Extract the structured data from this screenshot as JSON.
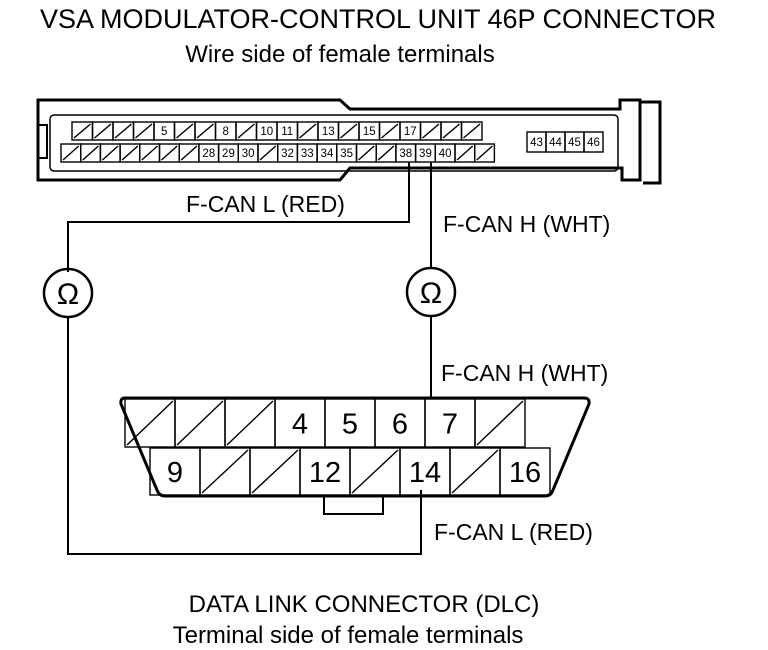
{
  "header": {
    "title": "VSA MODULATOR-CONTROL UNIT 46P CONNECTOR",
    "subtitle": "Wire side of female terminals"
  },
  "vsa_connector": {
    "top_row": [
      "",
      "",
      "",
      "",
      "5",
      "",
      "",
      "8",
      "",
      "10",
      "11",
      "",
      "13",
      "",
      "15",
      "",
      "17",
      "",
      "",
      ""
    ],
    "bottom_row": [
      "",
      "",
      "",
      "",
      "",
      "",
      "",
      "28",
      "29",
      "30",
      "",
      "32",
      "33",
      "34",
      "35",
      "",
      "",
      "38",
      "39",
      "40",
      "",
      ""
    ],
    "right_block": [
      "43",
      "44",
      "45",
      "46"
    ]
  },
  "wires": {
    "fcan_l_vsa": "F-CAN L (RED)",
    "fcan_h_vsa": "F-CAN H (WHT)",
    "fcan_h_dlc": "F-CAN H (WHT)",
    "fcan_l_dlc": "F-CAN L (RED)"
  },
  "meters": {
    "left_symbol": "Ω",
    "right_symbol": "Ω"
  },
  "dlc_connector": {
    "top_row": [
      "",
      "",
      "",
      "4",
      "5",
      "6",
      "7",
      ""
    ],
    "bottom_row": [
      "9",
      "",
      "",
      "12",
      "",
      "14",
      "",
      "16"
    ]
  },
  "footer": {
    "title": "DATA LINK CONNECTOR (DLC)",
    "subtitle": "Terminal side of female terminals"
  }
}
